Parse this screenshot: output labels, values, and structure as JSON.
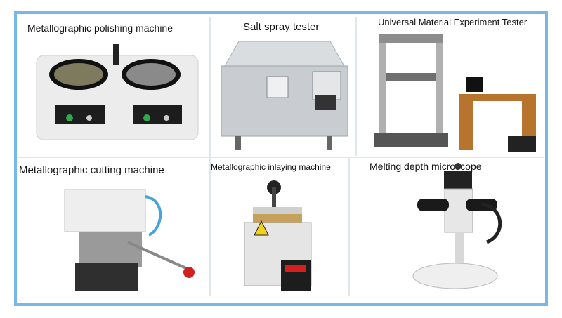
{
  "panels": [
    {
      "id": "polishing",
      "caption": "Metallographic polishing machine",
      "icon": "polishing-machine-photo"
    },
    {
      "id": "salt_spray",
      "caption": "Salt spray tester",
      "icon": "salt-spray-tester-photo"
    },
    {
      "id": "universal",
      "caption": "Universal Material Experiment Tester",
      "icon": "universal-testing-machine-photo"
    },
    {
      "id": "cutting",
      "caption": "Metallographic cutting machine",
      "icon": "cutting-machine-photo"
    },
    {
      "id": "inlaying",
      "caption": "Metallographic inlaying machine",
      "icon": "inlaying-machine-photo"
    },
    {
      "id": "microscope",
      "caption": "Melting depth microscope",
      "icon": "stereo-microscope-photo"
    }
  ],
  "colors": {
    "frame": "#7ab6e8",
    "divider": "#dfe6ee"
  }
}
